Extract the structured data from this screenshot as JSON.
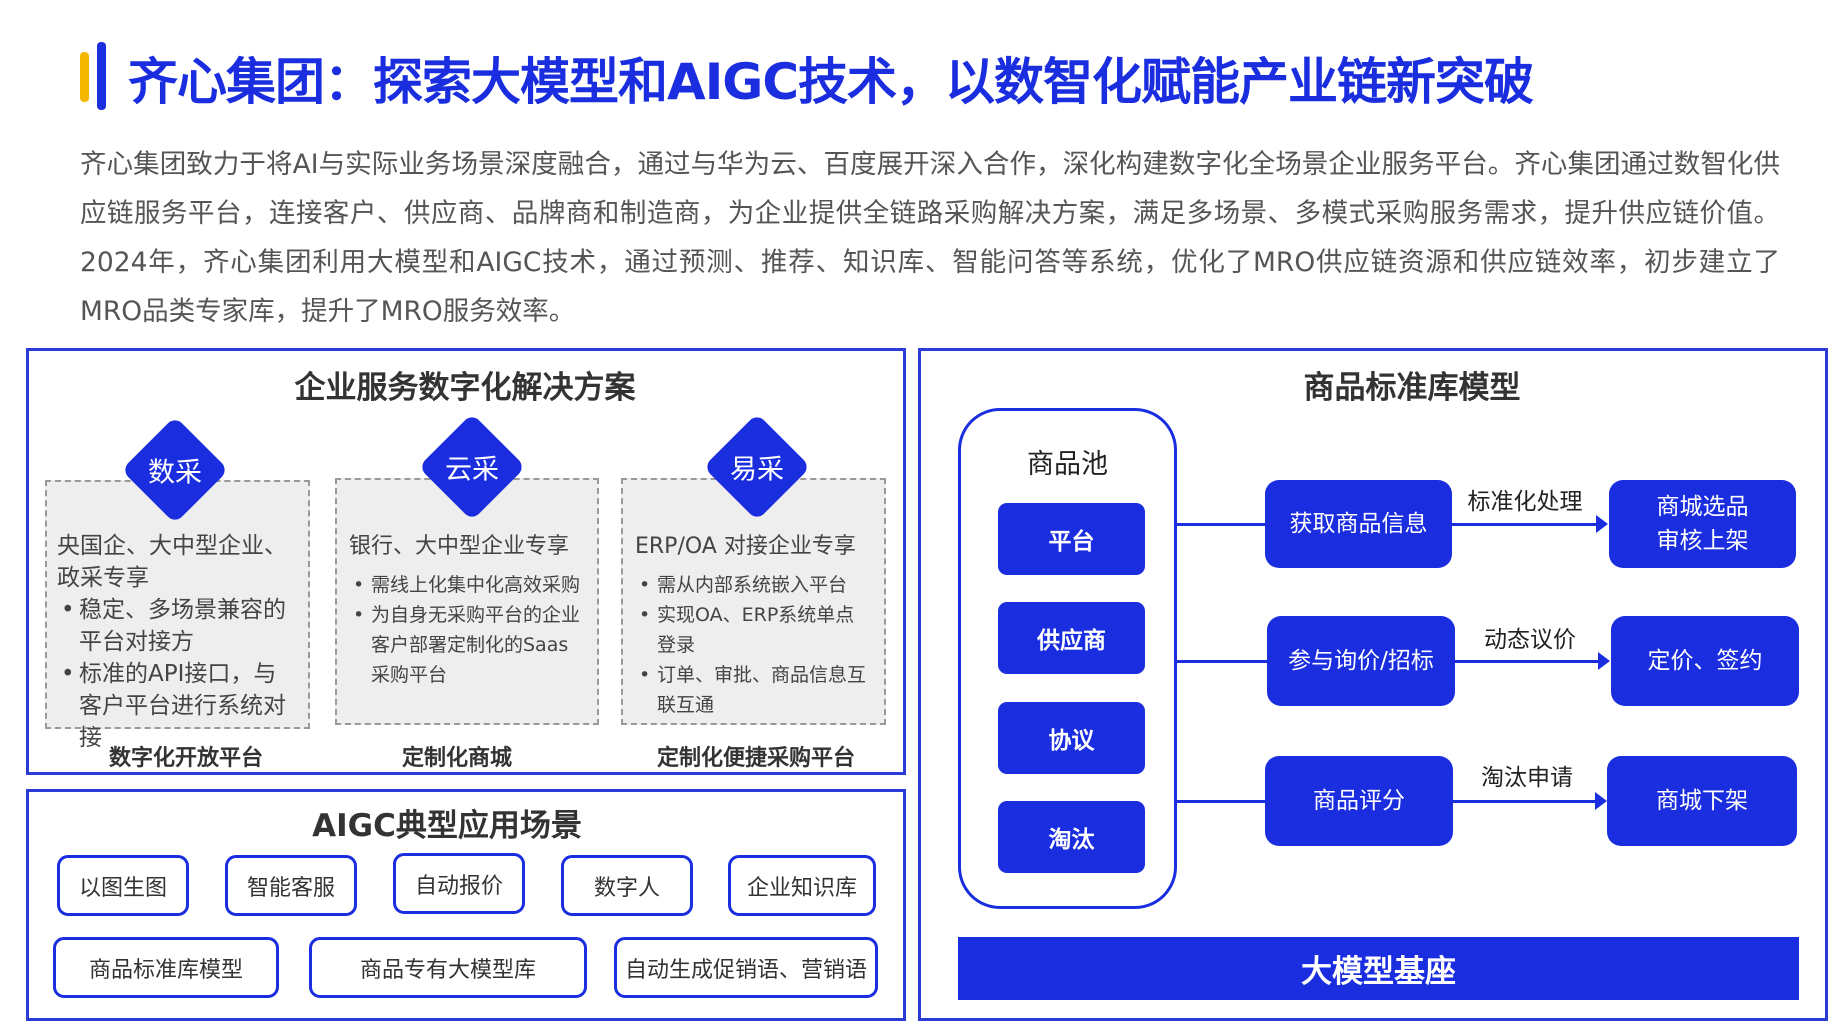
{
  "header": {
    "title": "齐心集团：探索大模型和AIGC技术，以数智化赋能产业链新突破",
    "paragraph": "齐心集团致力于将AI与实际业务场景深度融合，通过与华为云、百度展开深入合作，深化构建数字化全场景企业服务平台。齐心集团通过数智化供应链服务平台，连接客户、供应商、品牌商和制造商，为企业提供全链路采购解决方案，满足多场景、多模式采购服务需求，提升供应链价值。2024年，齐心集团利用大模型和AIGC技术，通过预测、推荐、知识库、智能问答等系统，优化了MRO供应链资源和供应链效率，初步建立了MRO品类专家库，提升了MRO服务效率。"
  },
  "solutions": {
    "title": "企业服务数字化解决方案",
    "cards": [
      {
        "badge": "数采",
        "heading": "央国企、大中型企业、政采专享",
        "bullets": [
          "稳定、多场景兼容的平台对接方",
          "标准的API接口，与客户平台进行系统对接"
        ],
        "label": "数字化开放平台"
      },
      {
        "badge": "云采",
        "heading": "银行、大中型企业专享",
        "bullets": [
          "需线上化集中化高效采购",
          "为自身无采购平台的企业客户部署定制化的Saas采购平台"
        ],
        "label": "定制化商城"
      },
      {
        "badge": "易采",
        "heading": "ERP/OA 对接企业专享",
        "bullets": [
          "需从内部系统嵌入平台",
          "实现OA、ERP系统单点登录",
          "订单、审批、商品信息互联互通"
        ],
        "label": "定制化便捷采购平台"
      }
    ]
  },
  "aigc": {
    "title": "AIGC典型应用场景",
    "row1": [
      "以图生图",
      "智能客服",
      "自动报价",
      "数字人",
      "企业知识库"
    ],
    "row2": [
      "商品标准库模型",
      "商品专有大模型库",
      "自动生成促销语、营销语"
    ]
  },
  "model": {
    "title": "商品标准库模型",
    "pool_title": "商品池",
    "pool_items": [
      "平台",
      "供应商",
      "协议",
      "淘汰"
    ],
    "flows": [
      {
        "source": "获取商品信息",
        "action": "标准化处理",
        "target": "商城选品\n审核上架"
      },
      {
        "source": "参与询价/招标",
        "action": "动态议价",
        "target": "定价、签约"
      },
      {
        "source": "商品评分",
        "action": "淘汰申请",
        "target": "商城下架"
      }
    ],
    "base": "大模型基座"
  },
  "colors": {
    "accent": "#1a2ee0",
    "highlight": "#f5b800",
    "text": "#333333"
  }
}
